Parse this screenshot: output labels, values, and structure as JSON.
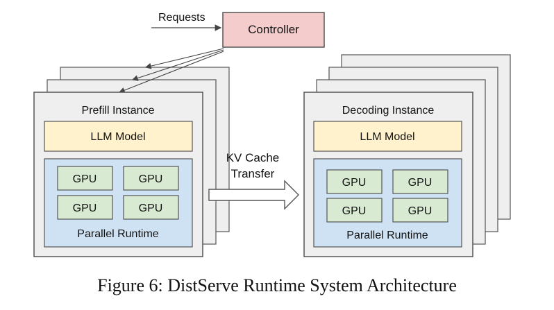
{
  "requests_label": "Requests",
  "controller_label": "Controller",
  "prefill": {
    "title": "Prefill Instance",
    "model_label": "LLM Model",
    "gpus": [
      "GPU",
      "GPU",
      "GPU",
      "GPU"
    ],
    "runtime_label": "Parallel Runtime"
  },
  "decoding": {
    "title": "Decoding Instance",
    "model_label": "LLM Model",
    "gpus": [
      "GPU",
      "GPU",
      "GPU",
      "GPU"
    ],
    "runtime_label": "Parallel Runtime"
  },
  "transfer_label": {
    "line1": "KV Cache",
    "line2": "Transfer"
  },
  "caption": "Figure 6: DistServe Runtime System Architecture",
  "colors": {
    "controller_fill": "#f4cccc",
    "instance_fill": "#efefef",
    "model_fill": "#fff2cc",
    "runtime_fill": "#cfe2f3",
    "gpu_fill": "#d9ead3",
    "stroke": "#555555"
  }
}
